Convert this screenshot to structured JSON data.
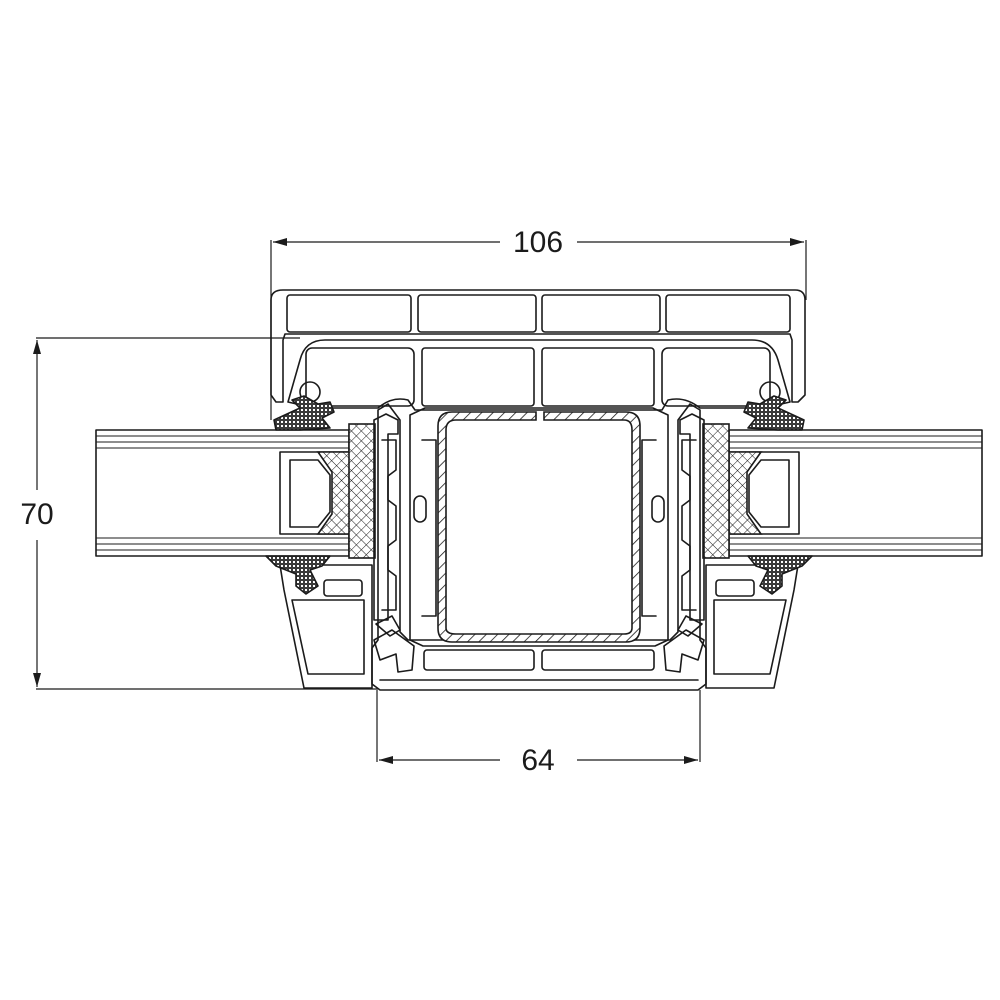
{
  "drawing": {
    "dimensions": {
      "overall_width": "106",
      "frame_depth": "64",
      "total_height": "70"
    }
  }
}
